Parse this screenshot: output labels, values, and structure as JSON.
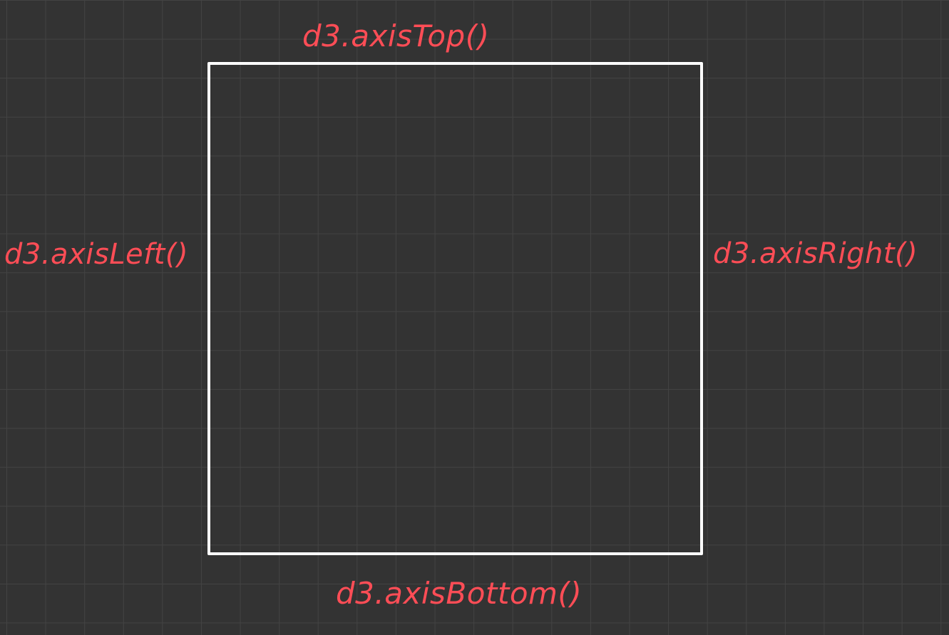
{
  "diagram": {
    "labels": {
      "top": "d3.axisTop()",
      "left": "d3.axisLeft()",
      "right": "d3.axisRight()",
      "bottom": "d3.axisBottom()"
    },
    "colors": {
      "background": "#333333",
      "grid": "#434343",
      "frame": "#ffffff",
      "label": "#ff4d56"
    }
  }
}
